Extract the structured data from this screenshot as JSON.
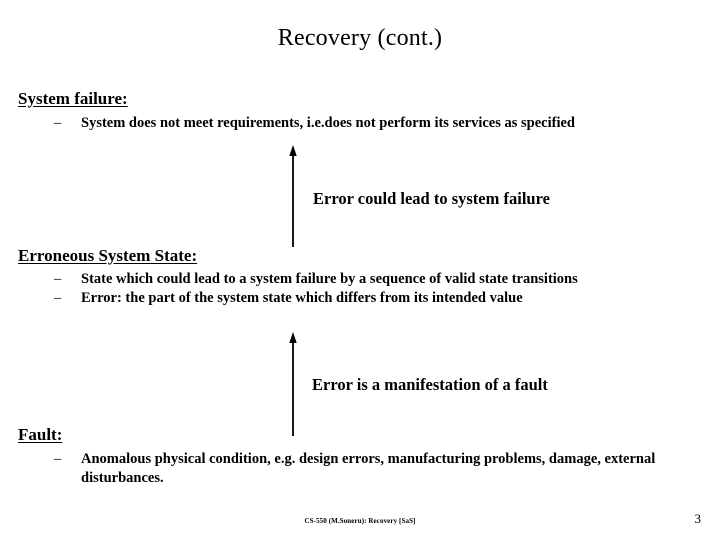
{
  "slide": {
    "title": "Recovery (cont.)",
    "page_number": "3",
    "footer": "CS-550 (M.Soneru): Recovery [SaS]",
    "ink_color": "#000000",
    "background_color": "#ffffff"
  },
  "sections": {
    "system_failure": {
      "heading": "System failure:",
      "bullets": [
        {
          "marker": "–",
          "text": "System does not meet requirements, i.e.does not perform its services as specified"
        }
      ]
    },
    "erroneous_state": {
      "heading": "Erroneous System State:",
      "bullets": [
        {
          "marker": "–",
          "text": "State which could lead to a system failure by a sequence of valid state transitions"
        },
        {
          "marker": "–",
          "text": "Error: the part of the system state which differs from its intended value"
        }
      ]
    },
    "fault": {
      "heading": "Fault:",
      "bullets": [
        {
          "marker": "–",
          "text": "Anomalous physical condition, e.g. design errors, manufacturing problems, damage, external disturbances."
        }
      ]
    }
  },
  "callouts": {
    "error_to_failure": "Error could lead to system failure",
    "fault_to_error": "Error is a manifestation of a fault"
  },
  "arrows": {
    "error_to_failure": "up-arrow",
    "fault_to_error": "up-arrow"
  }
}
